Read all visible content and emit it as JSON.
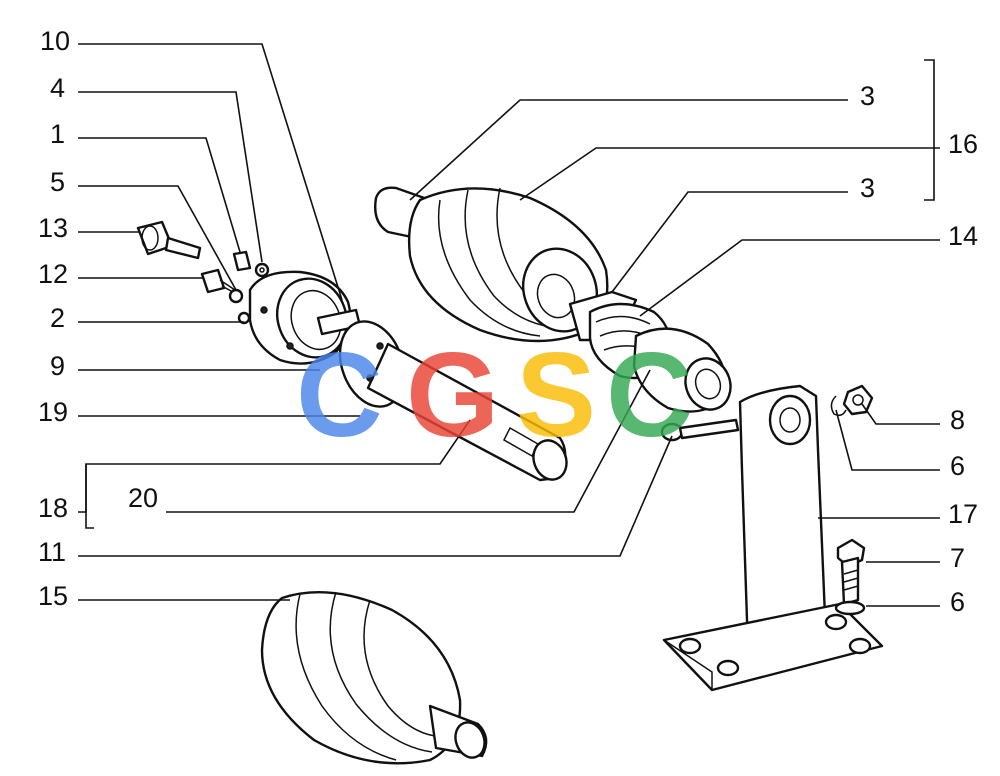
{
  "diagram": {
    "callouts": [
      {
        "id": "c10",
        "label": "10"
      },
      {
        "id": "c4",
        "label": "4"
      },
      {
        "id": "c1",
        "label": "1"
      },
      {
        "id": "c5",
        "label": "5"
      },
      {
        "id": "c13",
        "label": "13"
      },
      {
        "id": "c12",
        "label": "12"
      },
      {
        "id": "c2",
        "label": "2"
      },
      {
        "id": "c9",
        "label": "9"
      },
      {
        "id": "c19",
        "label": "19"
      },
      {
        "id": "c18",
        "label": "18"
      },
      {
        "id": "c20",
        "label": "20"
      },
      {
        "id": "c11",
        "label": "11"
      },
      {
        "id": "c15",
        "label": "15"
      },
      {
        "id": "c3a",
        "label": "3"
      },
      {
        "id": "c16",
        "label": "16"
      },
      {
        "id": "c3b",
        "label": "3"
      },
      {
        "id": "c14",
        "label": "14"
      },
      {
        "id": "c8",
        "label": "8"
      },
      {
        "id": "c6a",
        "label": "6"
      },
      {
        "id": "c17",
        "label": "17"
      },
      {
        "id": "c7",
        "label": "7"
      },
      {
        "id": "c6b",
        "label": "6"
      }
    ]
  },
  "watermark": {
    "letters": [
      "C",
      "G",
      "S",
      "C"
    ],
    "colors": [
      "#4a86e8",
      "#ea4335",
      "#fbbc05",
      "#34a853"
    ]
  }
}
